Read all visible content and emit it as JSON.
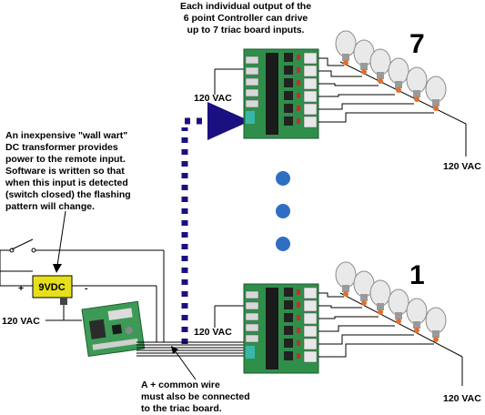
{
  "notes": {
    "top": [
      "Each individual output of the",
      "6 point Controller can drive",
      "up to 7 triac board inputs."
    ],
    "left": [
      "An inexpensive \"wall wart\"",
      "DC transformer provides",
      "power to the remote input.",
      "Software is written so that",
      "when this input is detected",
      "(switch closed) the flashing",
      "pattern will change."
    ],
    "bottom": [
      "A + common wire",
      "must also be connected",
      "to the triac board."
    ]
  },
  "labels": {
    "board_top_number": "7",
    "board_bottom_number": "1",
    "vac_board_top": "120 VAC",
    "vac_lamps_top": "120 VAC",
    "vac_controller": "120 VAC",
    "vac_board_bottom": "120 VAC",
    "vac_lamps_bottom": "120 VAC",
    "transformer": "9VDC",
    "plus": "+",
    "minus": "-"
  },
  "colors": {
    "pcb_green": "#2f8f4a",
    "arrow_navy": "#1a1080",
    "dot_blue": "#2e6fc4",
    "transformer_yellow": "#e6e01c",
    "bulb_tip_orange": "#e0702a"
  }
}
